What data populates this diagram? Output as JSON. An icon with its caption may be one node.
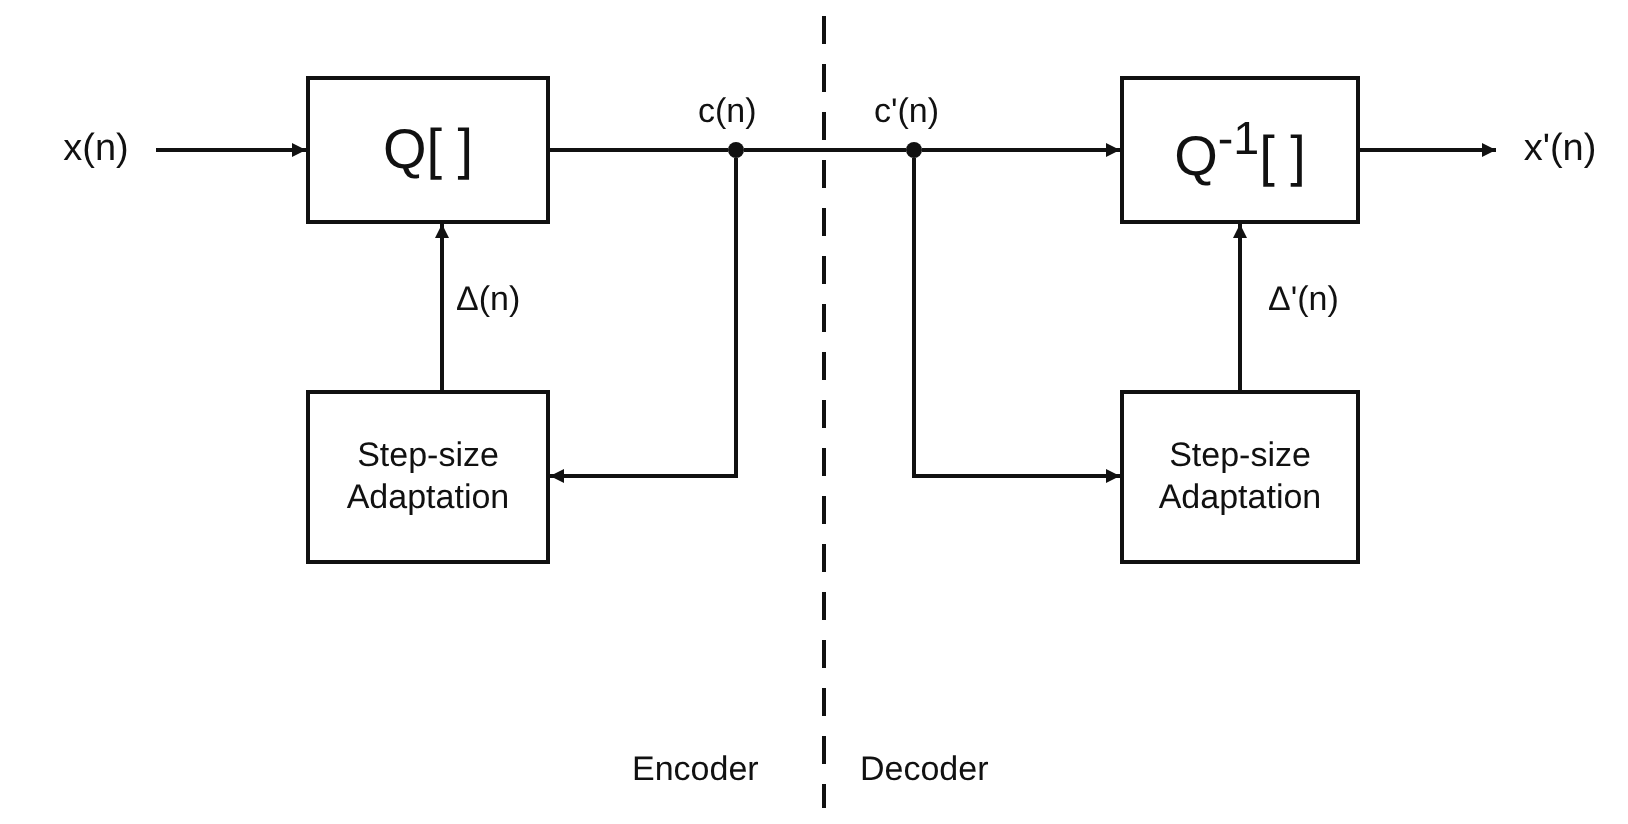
{
  "diagram": {
    "nodes": [
      {
        "text": [
          "x(n)"
        ]
      },
      {
        "text": [
          "Q[ ]"
        ]
      },
      {
        "text": [],
        "shape": "circle",
        "beside": [
          "c(n)"
        ]
      },
      {
        "text": [],
        "shape": "circle",
        "beside": [
          "c'(n)"
        ]
      },
      {
        "text": [
          "Q$^{-1}$[ ]"
        ]
      },
      {
        "text": [
          "x'(n)"
        ]
      },
      {
        "text": [
          "Step-size Adaptation"
        ]
      },
      {
        "text": [
          "Step-size Adaptation"
        ]
      }
    ],
    "edges": [
      {
        "from": 0,
        "to": 1,
        "arrow": "to"
      },
      {
        "from": 1,
        "to": 2,
        "arrow": "none"
      },
      {
        "from": 2,
        "to": 3,
        "arrow": "none"
      },
      {
        "from": 3,
        "to": 4,
        "arrow": "to"
      },
      {
        "from": 4,
        "to": 5,
        "arrow": "to"
      },
      {
        "from": 2,
        "to": 6,
        "arrow": "to"
      },
      {
        "from": 6,
        "to": 1,
        "arrow": "to",
        "label": "Δ(n)"
      },
      {
        "from": 3,
        "to": 7,
        "arrow": "to"
      },
      {
        "from": 7,
        "to": 4,
        "arrow": "to",
        "label": "Δ'(n)"
      }
    ],
    "labels": [
      "Encoder",
      "Decoder"
    ]
  }
}
